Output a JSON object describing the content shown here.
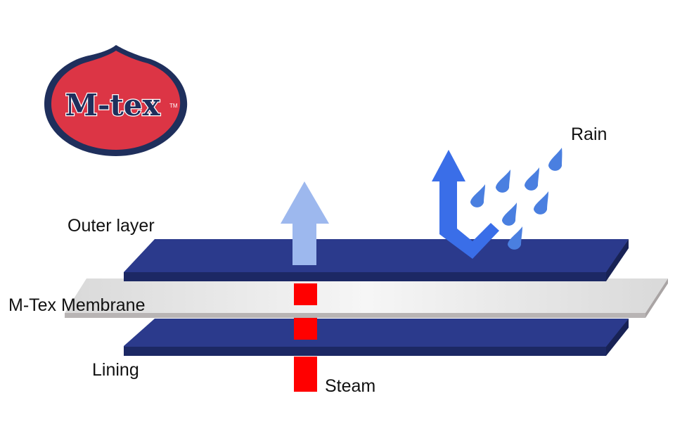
{
  "logo": {
    "text": "M-tex",
    "trademark": "TM",
    "fill_color": "#dc3545",
    "border_color": "#1f2f5c"
  },
  "labels": {
    "outer_layer": "Outer layer",
    "membrane": "M-Tex Membrane",
    "lining": "Lining",
    "steam": "Steam",
    "rain": "Rain"
  },
  "colors": {
    "fabric_layer": "#2b3a8c",
    "fabric_layer_edge": "#1c2864",
    "membrane": "#e8e8e8",
    "membrane_edge": "#b8b4b4",
    "steam": "#ff0000",
    "vapor_arrow": "#9db8ee",
    "rain_arrow": "#3a6ee8",
    "raindrop": "#4a7fe0"
  }
}
